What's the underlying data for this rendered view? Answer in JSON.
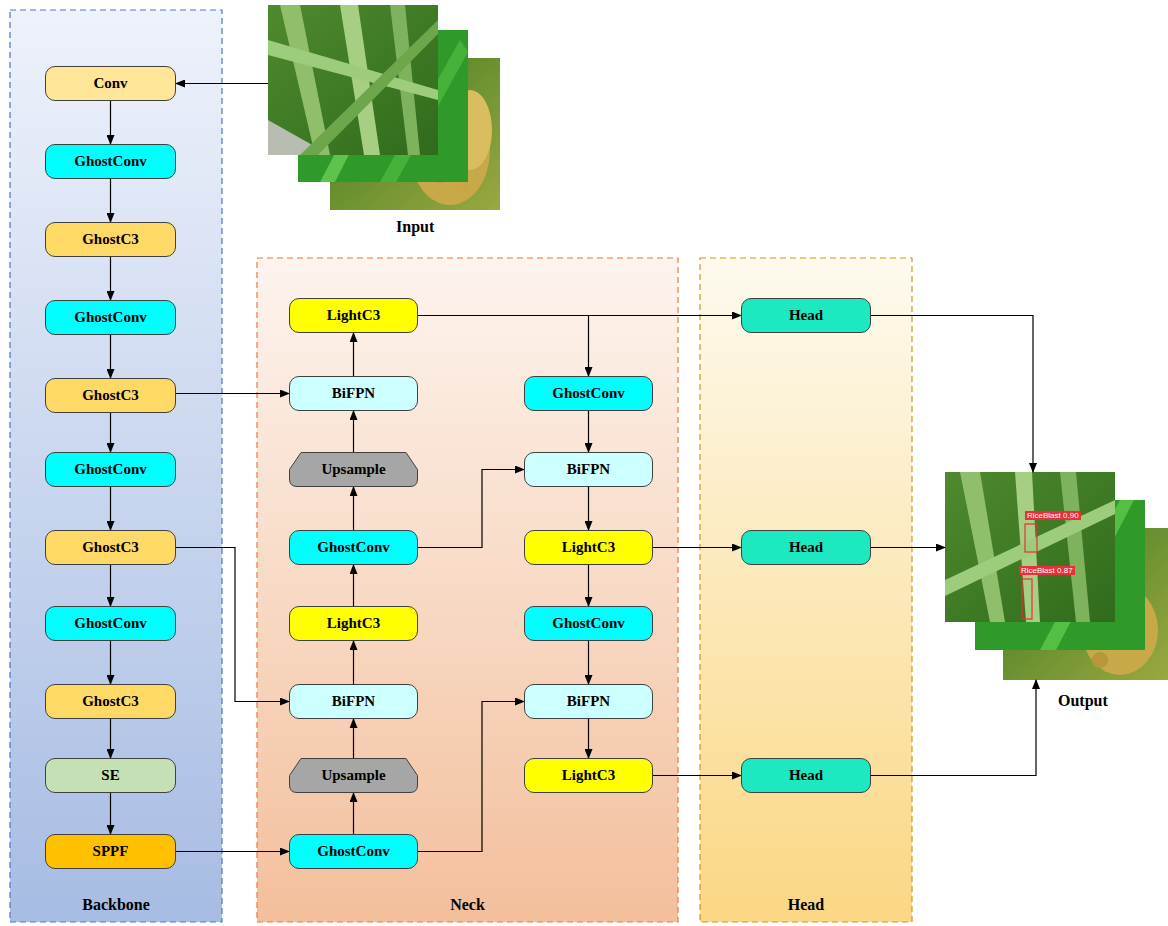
{
  "diagram": {
    "nodes": [
      {
        "text": [
          "Backbone"
        ]
      },
      {
        "text": [
          "Conv"
        ],
        "in": 0
      },
      {
        "text": [
          "GhostConv"
        ],
        "in": 0
      },
      {
        "text": [
          "GhostC3"
        ],
        "in": 0
      },
      {
        "text": [
          "GhostConv"
        ],
        "in": 0
      },
      {
        "text": [
          "GhostC3"
        ],
        "in": 0
      },
      {
        "text": [
          "GhostConv"
        ],
        "in": 0
      },
      {
        "text": [
          "GhostC3"
        ],
        "in": 0
      },
      {
        "text": [
          "GhostConv"
        ],
        "in": 0
      },
      {
        "text": [
          "GhostC3"
        ],
        "in": 0
      },
      {
        "text": [
          "SE"
        ],
        "in": 0
      },
      {
        "text": [
          "SPPF"
        ],
        "in": 0
      },
      {
        "text": [
          "Input"
        ]
      },
      {
        "text": [
          "Neck"
        ]
      },
      {
        "text": [
          "LightC3"
        ],
        "in": 13
      },
      {
        "text": [
          "BiFPN"
        ],
        "in": 13
      },
      {
        "text": [
          "Upsample"
        ],
        "in": 13
      },
      {
        "text": [
          "GhostConv"
        ],
        "in": 13
      },
      {
        "text": [
          "LightC3"
        ],
        "in": 13
      },
      {
        "text": [
          "BiFPN"
        ],
        "in": 13
      },
      {
        "text": [
          "Upsample"
        ],
        "in": 13
      },
      {
        "text": [
          "GhostConv"
        ],
        "in": 13
      },
      {
        "text": [
          "GhostConv"
        ],
        "in": 13
      },
      {
        "text": [
          "BiFPN"
        ],
        "in": 13
      },
      {
        "text": [
          "LightC3"
        ],
        "in": 13
      },
      {
        "text": [
          "GhostConv"
        ],
        "in": 13
      },
      {
        "text": [
          "BiFPN"
        ],
        "in": 13
      },
      {
        "text": [
          "LightC3"
        ],
        "in": 13
      },
      {
        "text": [
          "Head"
        ]
      },
      {
        "text": [
          "Head"
        ],
        "in": 28
      },
      {
        "text": [
          "Head"
        ],
        "in": 28
      },
      {
        "text": [
          "Head"
        ],
        "in": 28
      },
      {
        "text": [
          "Output"
        ]
      }
    ],
    "edges": [
      {
        "from": 12,
        "to": 1,
        "arrow": "to"
      },
      {
        "from": 1,
        "to": 2,
        "arrow": "to"
      },
      {
        "from": 2,
        "to": 3,
        "arrow": "to"
      },
      {
        "from": 3,
        "to": 4,
        "arrow": "to"
      },
      {
        "from": 4,
        "to": 5,
        "arrow": "to"
      },
      {
        "from": 5,
        "to": 6,
        "arrow": "to"
      },
      {
        "from": 6,
        "to": 7,
        "arrow": "to"
      },
      {
        "from": 7,
        "to": 8,
        "arrow": "to"
      },
      {
        "from": 8,
        "to": 9,
        "arrow": "to"
      },
      {
        "from": 9,
        "to": 10,
        "arrow": "to"
      },
      {
        "from": 10,
        "to": 11,
        "arrow": "to"
      },
      {
        "from": 5,
        "to": 15,
        "arrow": "to"
      },
      {
        "from": 7,
        "to": 19,
        "arrow": "to"
      },
      {
        "from": 11,
        "to": 21,
        "arrow": "to"
      },
      {
        "from": 21,
        "to": 20,
        "arrow": "to"
      },
      {
        "from": 20,
        "to": 19,
        "arrow": "to"
      },
      {
        "from": 19,
        "to": 18,
        "arrow": "to"
      },
      {
        "from": 18,
        "to": 17,
        "arrow": "to"
      },
      {
        "from": 17,
        "to": 16,
        "arrow": "to"
      },
      {
        "from": 16,
        "to": 15,
        "arrow": "to"
      },
      {
        "from": 15,
        "to": 14,
        "arrow": "to"
      },
      {
        "from": 14,
        "to": 22,
        "arrow": "to"
      },
      {
        "from": 14,
        "to": 29,
        "arrow": "to"
      },
      {
        "from": 17,
        "to": 23,
        "arrow": "to"
      },
      {
        "from": 21,
        "to": 26,
        "arrow": "to"
      },
      {
        "from": 22,
        "to": 23,
        "arrow": "to"
      },
      {
        "from": 23,
        "to": 24,
        "arrow": "to"
      },
      {
        "from": 24,
        "to": 25,
        "arrow": "to"
      },
      {
        "from": 25,
        "to": 26,
        "arrow": "to"
      },
      {
        "from": 26,
        "to": 27,
        "arrow": "to"
      },
      {
        "from": 24,
        "to": 30,
        "arrow": "to"
      },
      {
        "from": 27,
        "to": 31,
        "arrow": "to"
      },
      {
        "from": 29,
        "to": 32,
        "arrow": "to"
      },
      {
        "from": 30,
        "to": 32,
        "arrow": "to"
      },
      {
        "from": 31,
        "to": 32,
        "arrow": "to"
      }
    ],
    "labels": [
      "RiceBlast 0.90",
      "RiceBlast 0.87"
    ]
  }
}
